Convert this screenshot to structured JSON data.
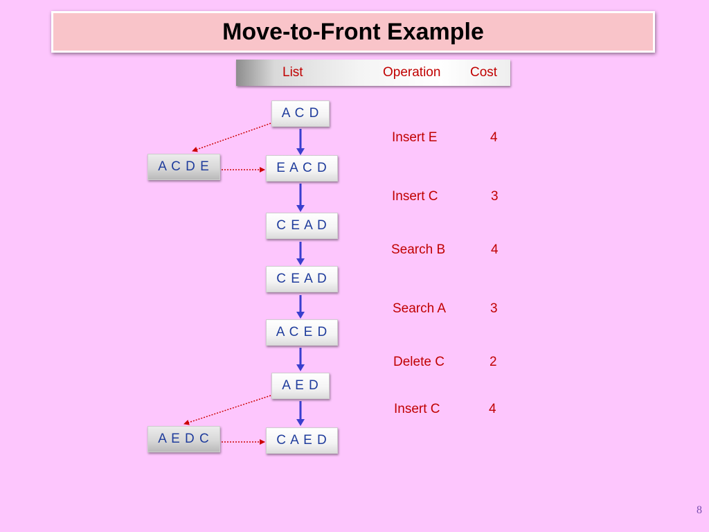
{
  "title": "Move-to-Front Example",
  "header": {
    "list": "List",
    "operation": "Operation",
    "cost": "Cost"
  },
  "nodes": [
    "A C D",
    "E A C D",
    "C E A D",
    "C E A D",
    "A C E D",
    "A E D",
    "C A E D"
  ],
  "side_nodes": [
    "A C D E",
    "A E D C"
  ],
  "operations": [
    {
      "op": "Insert E",
      "cost": "4"
    },
    {
      "op": "Insert C",
      "cost": "3"
    },
    {
      "op": "Search B",
      "cost": "4"
    },
    {
      "op": "Search A",
      "cost": "3"
    },
    {
      "op": "Delete C",
      "cost": "2"
    },
    {
      "op": "Insert C",
      "cost": "4"
    }
  ],
  "page_number": "8",
  "colors": {
    "background": "#fdc6fd",
    "title_fill": "#f9c4c9",
    "red_text": "#c00000",
    "node_text": "#1f3c9c",
    "flow_arrow": "#3a3fce",
    "dotted_arrow": "#cc0000"
  }
}
